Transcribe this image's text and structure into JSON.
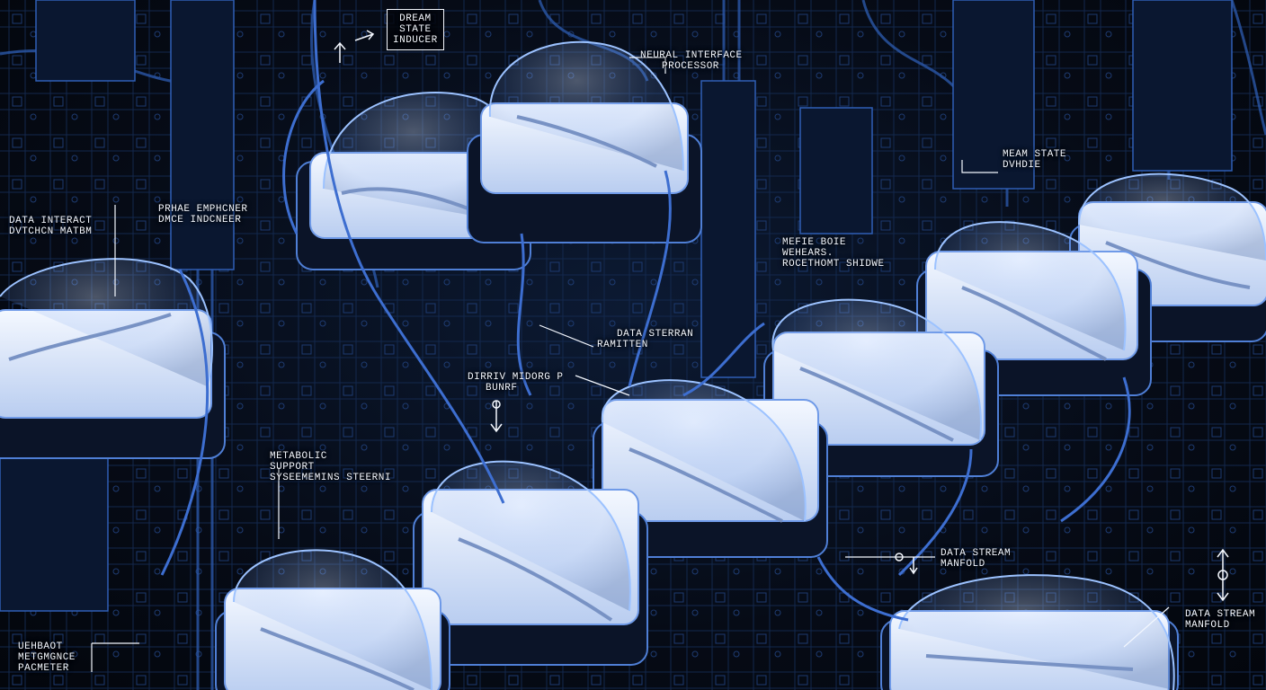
{
  "palette": {
    "background": "#05080f",
    "line": "#4f7fd6",
    "line_dim": "#1d3a70",
    "glass": "#9cc2ff",
    "mattress": "#e6efff",
    "label": "#f4f8ff"
  },
  "labels": {
    "dream_state_inducer": [
      "DREAM",
      "STATE",
      "INDUCER"
    ],
    "neural_interface_processor": [
      "NEURAL INTERFACE",
      "PROCESSOR"
    ],
    "dream_state_driver": [
      "MEAM STATE",
      "DVHDIE"
    ],
    "data_interface_system": [
      "DATA INTERACT",
      "DVTCHCN MATBM"
    ],
    "pressure_indicator": [
      "PRHAE EMPHCNER",
      "DMCE INDCNEER"
    ],
    "neural_rhythm_monitor": [
      "MEFIE BOIE",
      "WEHEARS.",
      "ROCETHOMT SHIDWE"
    ],
    "data_stream_transmitter": [
      "DATA STERRAN",
      "RAMITTEN"
    ],
    "memory_buffer": [
      "DIRRIV MIDORG P",
      "BUNRF"
    ],
    "metabolic_support": [
      "METABOLIC",
      "SUPPORT",
      "SYSEEMEMINS STEERNI"
    ],
    "data_stream_manifold_mid": [
      "DATA STREAM",
      "MANFOLD"
    ],
    "data_stream_manifold_right": [
      "DATA STREAM",
      "MANFOLD"
    ],
    "metabolic_parameter": [
      "UEHBAOT",
      "METGMGNCE",
      "PACMETER"
    ]
  },
  "icons": [
    "direction-arrow-icon",
    "double-arrow-icon",
    "flow-arrow-icon"
  ]
}
